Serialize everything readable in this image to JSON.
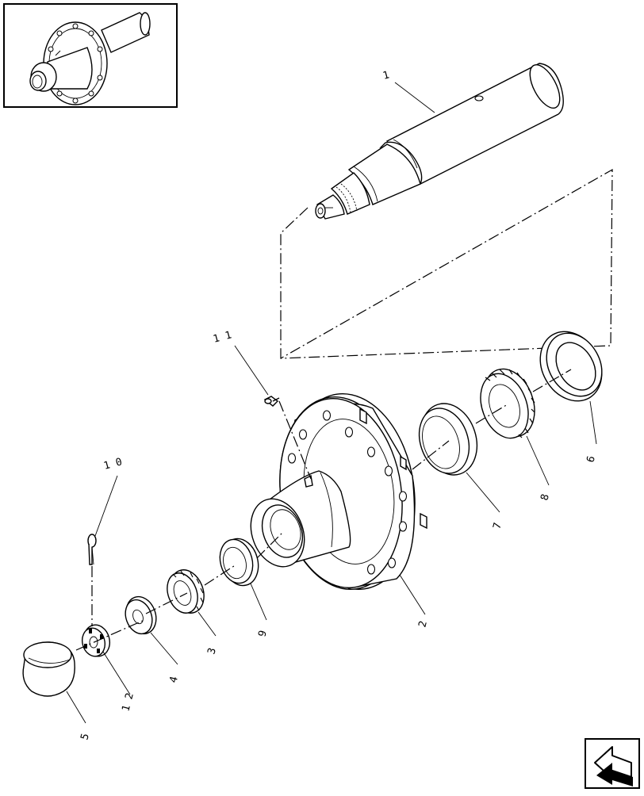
{
  "callouts": [
    {
      "id": "label-1",
      "text": "1"
    },
    {
      "id": "label-2",
      "text": "2"
    },
    {
      "id": "label-3",
      "text": "3"
    },
    {
      "id": "label-4",
      "text": "4"
    },
    {
      "id": "label-5",
      "text": "5"
    },
    {
      "id": "label-6",
      "text": "6"
    },
    {
      "id": "label-7",
      "text": "7"
    },
    {
      "id": "label-8",
      "text": "8"
    },
    {
      "id": "label-9",
      "text": "9"
    },
    {
      "id": "label-10",
      "text": "1 0"
    },
    {
      "id": "label-11",
      "text": "1 1"
    },
    {
      "id": "label-12",
      "text": "1 2"
    }
  ],
  "icons": {
    "thumbnail": "assembly-thumbnail-icon",
    "navigation": "next-page-arrow-icon"
  }
}
